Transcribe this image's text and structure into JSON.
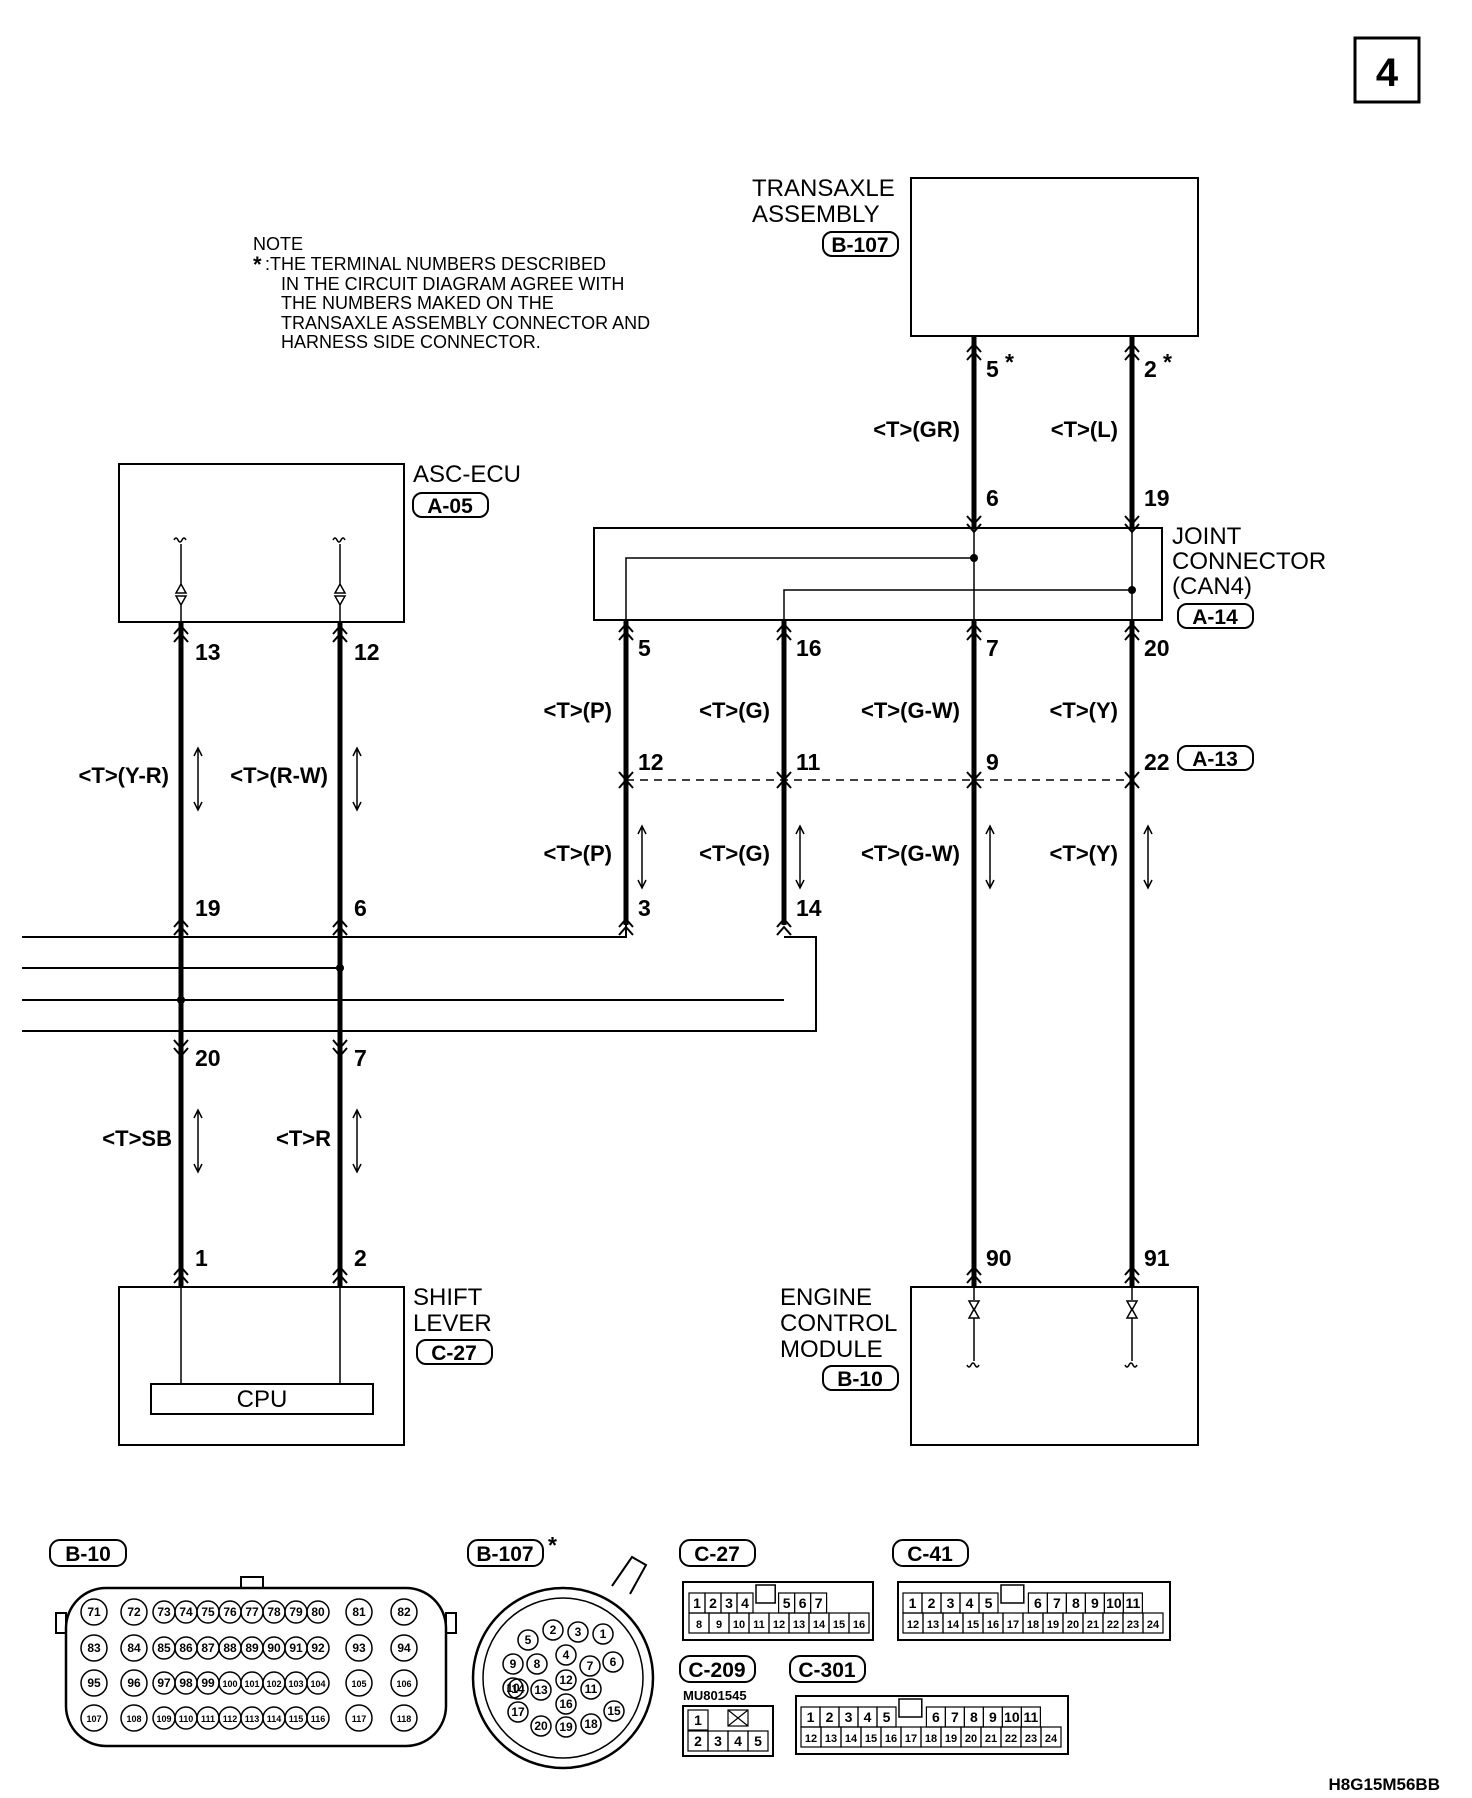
{
  "page_number": "4",
  "note": {
    "title": "NOTE",
    "marker": "*",
    "lines": [
      ":THE TERMINAL NUMBERS DESCRIBED",
      "IN THE CIRCUIT DIAGRAM AGREE WITH",
      "THE NUMBERS MAKED ON THE",
      "TRANSAXLE ASSEMBLY CONNECTOR AND",
      "HARNESS SIDE CONNECTOR."
    ]
  },
  "components": {
    "transaxle": {
      "name_line1": "TRANSAXLE",
      "name_line2": "ASSEMBLY",
      "connector": "B-107"
    },
    "asc_ecu": {
      "name": "ASC-ECU",
      "connector": "A-05"
    },
    "joint_connector": {
      "name_line1": "JOINT",
      "name_line2": "CONNECTOR",
      "name_line3": "(CAN4)",
      "connector": "A-14"
    },
    "shift_lever": {
      "name_line1": "SHIFT",
      "name_line2": "LEVER",
      "connector": "C-27",
      "cpu": "CPU"
    },
    "engine_control": {
      "name_line1": "ENGINE",
      "name_line2": "CONTROL",
      "name_line3": "MODULE",
      "connector": "B-10"
    },
    "intermediate_connector": "A-13"
  },
  "pins": {
    "t5": "5",
    "t2": "2",
    "star": "*",
    "j6": "6",
    "j19": "19",
    "j5": "5",
    "j16": "16",
    "j7": "7",
    "j20": "20",
    "a12": "12",
    "a11": "11",
    "a9": "9",
    "a22": "22",
    "b3": "3",
    "b14": "14",
    "e13": "13",
    "e12": "12",
    "s19": "19",
    "s6": "6",
    "s20": "20",
    "s7": "7",
    "c1": "1",
    "c2": "2",
    "m90": "90",
    "m91": "91"
  },
  "wires": {
    "gr": "<T>(GR)",
    "l": "<T>(L)",
    "p": "<T>(P)",
    "g": "<T>(G)",
    "gw": "<T>(G-W)",
    "y": "<T>(Y)",
    "yr": "<T>(Y-R)",
    "rw": "<T>(R-W)",
    "sb": "<T>SB",
    "r": "<T>R"
  },
  "connectors": {
    "b10": {
      "label": "B-10",
      "rows": [
        [
          "71",
          "72",
          "73",
          "74",
          "75",
          "76",
          "77",
          "78",
          "79",
          "80",
          "81",
          "82"
        ],
        [
          "83",
          "84",
          "85",
          "86",
          "87",
          "88",
          "89",
          "90",
          "91",
          "92",
          "93",
          "94"
        ],
        [
          "95",
          "96",
          "97",
          "98",
          "99",
          "100",
          "101",
          "102",
          "103",
          "104",
          "105",
          "106"
        ],
        [
          "107",
          "108",
          "109",
          "110",
          "111",
          "112",
          "113",
          "114",
          "115",
          "116",
          "117",
          "118"
        ]
      ]
    },
    "b107": {
      "label": "B-107",
      "star": "*",
      "pins": [
        "1",
        "2",
        "3",
        "4",
        "5",
        "6",
        "7",
        "8",
        "9",
        "10",
        "11",
        "12",
        "13",
        "14",
        "15",
        "16",
        "17",
        "18",
        "19",
        "20"
      ]
    },
    "c27": {
      "label": "C-27",
      "row1": [
        "1",
        "2",
        "3",
        "4",
        "",
        "5",
        "6",
        "7"
      ],
      "row2": [
        "8",
        "9",
        "10",
        "11",
        "12",
        "13",
        "14",
        "15",
        "16"
      ]
    },
    "c41": {
      "label": "C-41",
      "row1": [
        "1",
        "2",
        "3",
        "4",
        "5",
        "",
        "6",
        "7",
        "8",
        "9",
        "10",
        "11"
      ],
      "row2": [
        "12",
        "13",
        "14",
        "15",
        "16",
        "17",
        "18",
        "19",
        "20",
        "21",
        "22",
        "23",
        "24"
      ]
    },
    "c209": {
      "label": "C-209",
      "part": "MU801545",
      "row1": [
        "1"
      ],
      "row2": [
        "2",
        "3",
        "4",
        "5"
      ]
    },
    "c301": {
      "label": "C-301",
      "row1": [
        "1",
        "2",
        "3",
        "4",
        "5",
        "",
        "6",
        "7",
        "8",
        "9",
        "10",
        "11"
      ],
      "row2": [
        "12",
        "13",
        "14",
        "15",
        "16",
        "17",
        "18",
        "19",
        "20",
        "21",
        "22",
        "23",
        "24"
      ]
    }
  },
  "figure_code": "H8G15M56BB"
}
